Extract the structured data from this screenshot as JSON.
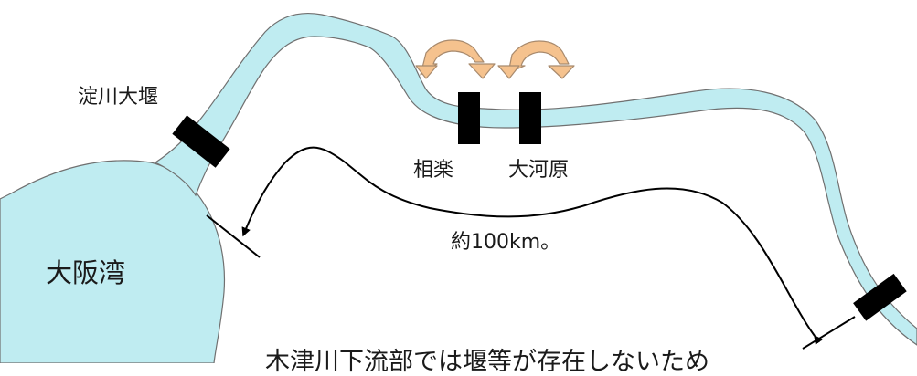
{
  "labels": {
    "yodogawa_weir": "淀川大堰",
    "osaka_bay": "大阪湾",
    "sagara": "相楽",
    "okawara": "大河原",
    "distance": "約100km。",
    "note": "木津川下流部では堰等が存在しないため"
  },
  "colors": {
    "water": "#bfecf1",
    "water_edge": "#707070",
    "weir": "#000000",
    "flow_arrow_fill": "#f5c28e",
    "flow_arrow_edge": "#a88a6d",
    "text": "#1a1a1a"
  },
  "icons": {
    "weir_markers": [
      "yodogawa-weir-block",
      "sagara-weir-block",
      "okawara-weir-block",
      "upstream-weir-block"
    ],
    "flow_arrows": [
      "fish-passage-arrow",
      "fish-passage-arrow"
    ]
  }
}
